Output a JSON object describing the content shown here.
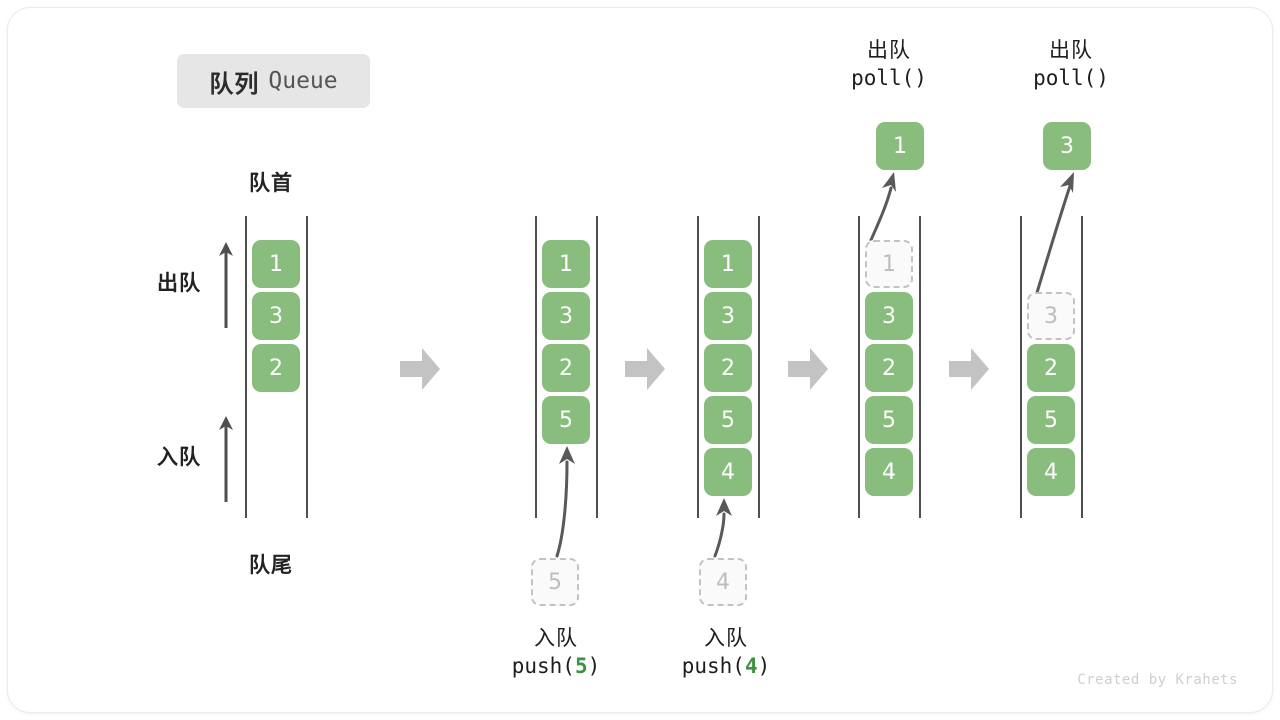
{
  "title": {
    "cn": "队列",
    "en": "Queue"
  },
  "footer": "Created by Krahets",
  "labels": {
    "head": "队首",
    "tail": "队尾",
    "dequeue_arrow": "出队",
    "enqueue_arrow": "入队"
  },
  "colors": {
    "cell_fill": "#88bd7d",
    "cell_text": "#ffffff",
    "ghost_border": "#c2c2c2",
    "ghost_text": "#bdbdbd",
    "rail": "#4f4f4f",
    "chevron": "#c3c3c3",
    "badge_bg": "#e6e6e6",
    "accent_green": "#3f9142"
  },
  "operations": {
    "push5": {
      "cn": "入队",
      "fn": "push(",
      "num": "5",
      "fn_close": ")",
      "ghost": "5"
    },
    "push4": {
      "cn": "入队",
      "fn": "push(",
      "num": "4",
      "fn_close": ")",
      "ghost": "4"
    },
    "poll1": {
      "cn": "出队",
      "fn": "poll()",
      "result": "1"
    },
    "poll2": {
      "cn": "出队",
      "fn": "poll()",
      "result": "3"
    }
  },
  "columns": [
    {
      "name": "initial",
      "cells": [
        "1",
        "3",
        "2"
      ],
      "ghost_index": -1,
      "empty_top": 0
    },
    {
      "name": "after-push-5",
      "cells": [
        "1",
        "3",
        "2",
        "5"
      ],
      "ghost_index": -1,
      "empty_top": 0
    },
    {
      "name": "after-push-4",
      "cells": [
        "1",
        "3",
        "2",
        "5",
        "4"
      ],
      "ghost_index": -1,
      "empty_top": 0
    },
    {
      "name": "poll-first",
      "cells": [
        "1",
        "3",
        "2",
        "5",
        "4"
      ],
      "ghost_index": 0,
      "empty_top": 0
    },
    {
      "name": "poll-second",
      "cells": [
        "3",
        "2",
        "5",
        "4"
      ],
      "ghost_index": 0,
      "empty_top": 1
    }
  ]
}
